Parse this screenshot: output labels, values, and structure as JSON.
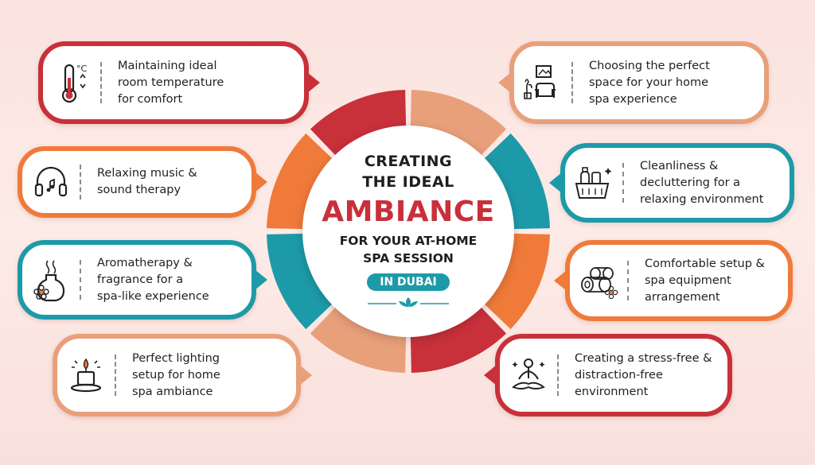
{
  "center": {
    "line1": "CREATING",
    "line2": "THE IDEAL",
    "headline": "AMBIANCE",
    "line4": "FOR YOUR AT-HOME",
    "line5": "SPA SESSION",
    "badge": "IN DUBAI"
  },
  "colors": {
    "red": "#c8303a",
    "orange": "#f07a3a",
    "teal": "#1d9aa8",
    "peach": "#e8a07a"
  },
  "cards_left": [
    {
      "icon": "thermometer-icon",
      "color": "#c8303a",
      "lines": [
        "Maintaining ideal",
        "room temperature",
        "for comfort"
      ]
    },
    {
      "icon": "headphones-icon",
      "color": "#f07a3a",
      "lines": [
        "Relaxing music &",
        "sound therapy"
      ]
    },
    {
      "icon": "aroma-vase-icon",
      "color": "#1d9aa8",
      "lines": [
        "Aromatherapy &",
        "fragrance for a",
        "spa-like experience"
      ]
    },
    {
      "icon": "candle-icon",
      "color": "#e8a07a",
      "lines": [
        "Perfect lighting",
        "setup for home",
        "spa ambiance"
      ]
    }
  ],
  "cards_right": [
    {
      "icon": "living-space-icon",
      "color": "#e8a07a",
      "lines": [
        "Choosing the perfect",
        "space for your home",
        "spa experience"
      ]
    },
    {
      "icon": "cleaning-basket-icon",
      "color": "#1d9aa8",
      "lines": [
        "Cleanliness &",
        "decluttering for a",
        "relaxing environment"
      ]
    },
    {
      "icon": "towel-roll-icon",
      "color": "#f07a3a",
      "lines": [
        "Comfortable setup &",
        "spa equipment",
        "arrangement"
      ]
    },
    {
      "icon": "meditation-icon",
      "color": "#c8303a",
      "lines": [
        "Creating a stress-free &",
        "distraction-free",
        "environment"
      ]
    }
  ]
}
